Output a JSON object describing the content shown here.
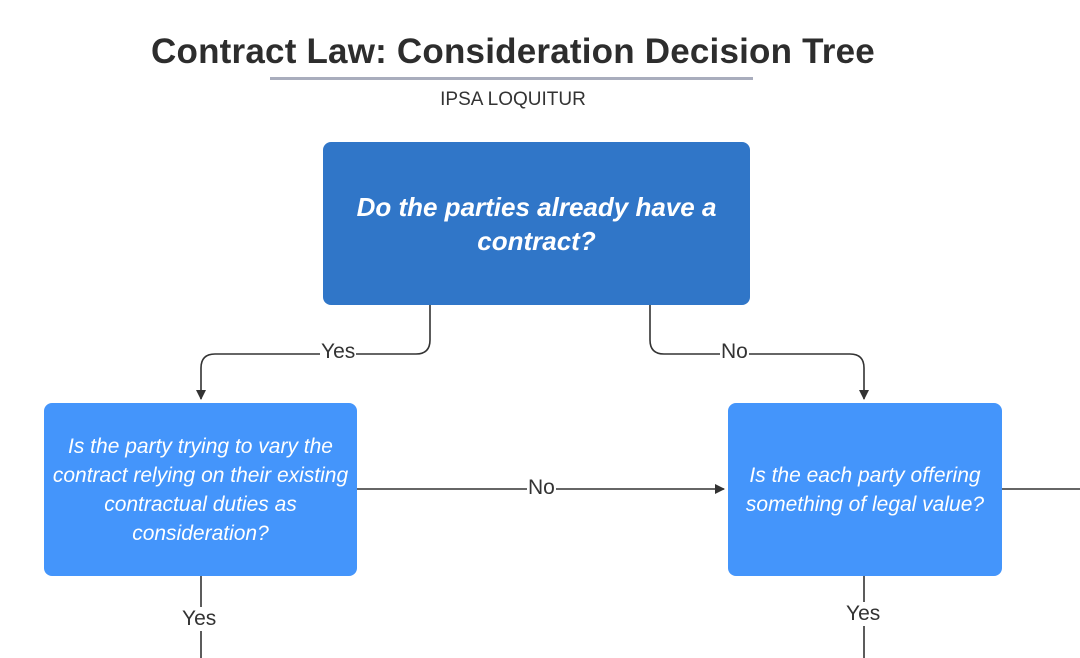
{
  "header": {
    "title": "Contract Law: Consideration Decision Tree",
    "subtitle": "IPSA LOQUITUR"
  },
  "nodes": {
    "root": "Do the parties already have a contract?",
    "left": "Is the party trying to vary the contract relying on their existing contractual duties as consideration?",
    "right": "Is the each party offering something of legal value?"
  },
  "edges": {
    "root_yes": "Yes",
    "root_no": "No",
    "left_no": "No",
    "left_yes": "Yes",
    "right_yes": "Yes"
  },
  "colors": {
    "root_fill": "#3076c8",
    "child_fill": "#4495fb",
    "connector": "#333333"
  }
}
